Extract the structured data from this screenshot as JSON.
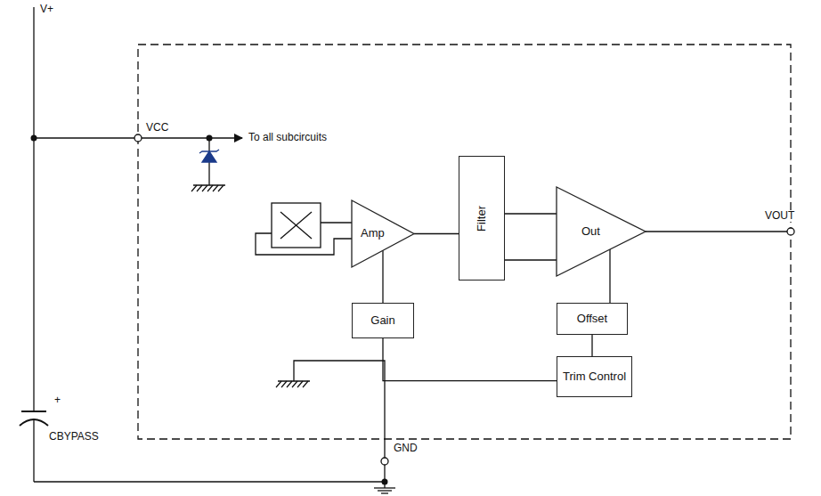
{
  "diagram": {
    "nodes": [
      {
        "text": [
          "Amp"
        ]
      },
      {
        "text": [
          "Filter"
        ]
      },
      {
        "text": [
          "Out"
        ]
      },
      {
        "text": [
          "Gain"
        ]
      },
      {
        "text": [
          "Offset"
        ]
      },
      {
        "text": [
          "Trim Control"
        ]
      }
    ],
    "edges": [
      {
        "from": 0,
        "to": 1,
        "arrow": "none"
      },
      {
        "from": 1,
        "to": 2,
        "arrow": "none"
      },
      {
        "from": 1,
        "to": 2,
        "arrow": "none"
      },
      {
        "from": 3,
        "to": 0,
        "arrow": "none"
      },
      {
        "from": 2,
        "to": 4,
        "arrow": "none"
      },
      {
        "from": 4,
        "to": 5,
        "arrow": "none"
      },
      {
        "from": 5,
        "to": 3,
        "arrow": "none"
      }
    ],
    "labels": [
      "V+",
      "VCC",
      "To all subcircuits",
      "VOUT",
      "+",
      "CBYPASS",
      "GND"
    ]
  }
}
